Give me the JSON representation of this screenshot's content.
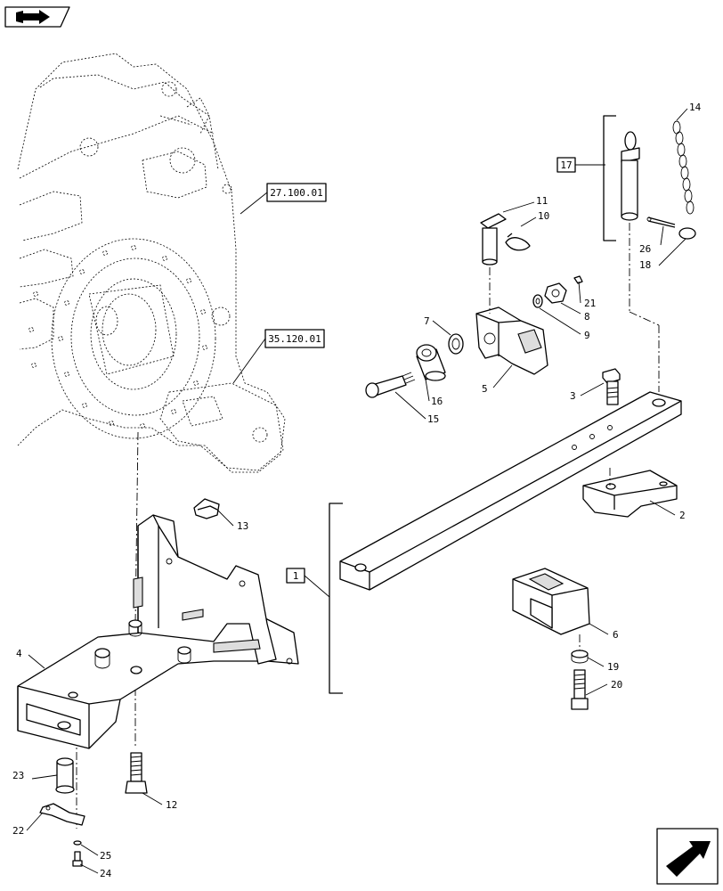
{
  "callouts": {
    "c1": "1",
    "c2": "2",
    "c3": "3",
    "c4": "4",
    "c5": "5",
    "c6": "6",
    "c7": "7",
    "c8": "8",
    "c9": "9",
    "c10": "10",
    "c11": "11",
    "c12": "12",
    "c13": "13",
    "c14": "14",
    "c15": "15",
    "c16": "16",
    "c17": "17",
    "c18": "18",
    "c19": "19",
    "c20": "20",
    "c21": "21",
    "c22": "22",
    "c23": "23",
    "c24": "24",
    "c25": "25",
    "c26": "26"
  },
  "references": {
    "ref1": "27.100.01",
    "ref2": "35.120.01"
  },
  "icons": {
    "top_left": "book-arrow-icon",
    "bottom_right": "next-page-arrow-icon"
  }
}
